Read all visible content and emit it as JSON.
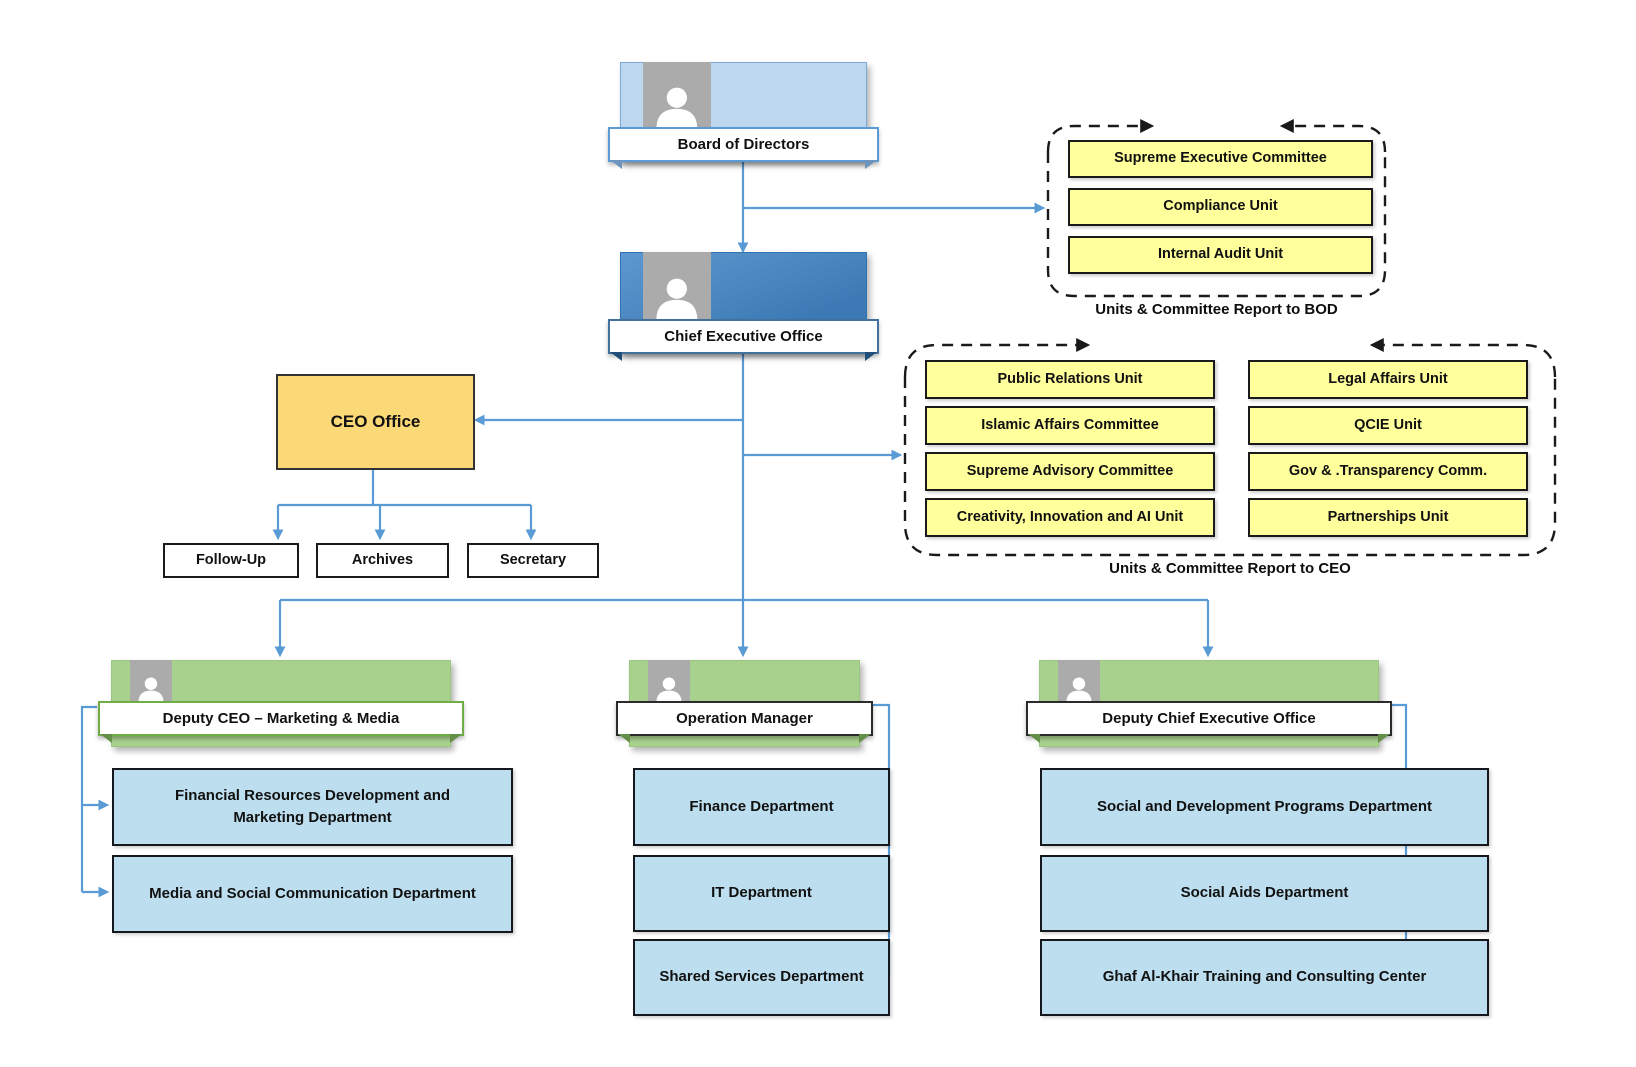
{
  "board": {
    "label": "Board of Directors"
  },
  "ceo": {
    "label": "Chief Executive Office"
  },
  "ceo_office": {
    "label": "CEO Office",
    "sub": [
      "Follow-Up",
      "Archives",
      "Secretary"
    ]
  },
  "bod_group": {
    "caption": "Units & Committee Report to BOD",
    "items": [
      "Supreme Executive Committee",
      "Compliance Unit",
      "Internal Audit Unit"
    ]
  },
  "ceo_group": {
    "caption": "Units & Committee Report to CEO",
    "col1": [
      "Public Relations Unit",
      "Islamic Affairs Committee",
      "Supreme Advisory Committee",
      "Creativity, Innovation and AI Unit"
    ],
    "col2": [
      "Legal Affairs Unit",
      "QCIE Unit",
      "Gov & .Transparency Comm.",
      "Partnerships Unit"
    ]
  },
  "branches": [
    {
      "head": "Deputy CEO – Marketing & Media",
      "departments": [
        "Financial Resources Development and Marketing Department",
        "Media and Social Communication Department"
      ]
    },
    {
      "head": "Operation Manager",
      "departments": [
        "Finance Department",
        "IT Department",
        "Shared Services Department"
      ]
    },
    {
      "head": "Deputy Chief Executive Office",
      "departments": [
        "Social and Development Programs Department",
        "Social Aids Department",
        "Ghaf Al-Khair Training and Consulting Center"
      ]
    }
  ],
  "colors": {
    "connector": "#5B9BD5",
    "card-blue-light": "#BDD7EE",
    "card-blue-dark": "#3D7AB5",
    "card-green": "#A9D18E",
    "box-yellow": "#FFFF9C",
    "box-blue": "#BDDEEF",
    "box-orange": "#FCD977",
    "photo-gray": "#ABABAB",
    "dashed-line": "#1a1a1a"
  }
}
